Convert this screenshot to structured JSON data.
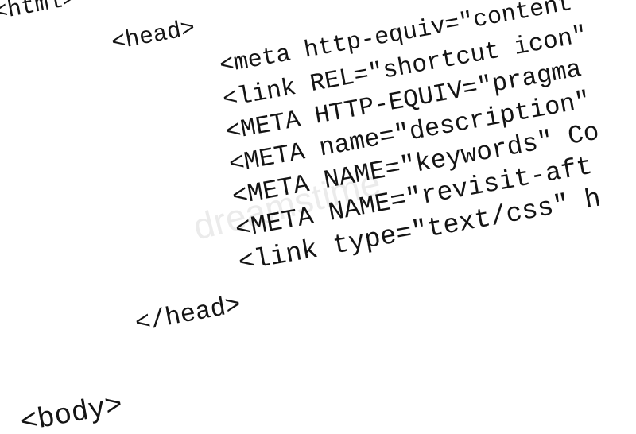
{
  "watermark": "dreamstime",
  "code_lines": [
    "<html>",
    "<head>",
    "<meta http-equiv=\"content",
    "<link REL=\"shortcut icon\"",
    "<META HTTP-EQUIV=\"pragma",
    "<META name=\"description\"",
    "<META NAME=\"keywords\" Co",
    "<META NAME=\"revisit-aft",
    "<link type=\"text/css\" h",
    "</head>",
    "<body>"
  ]
}
